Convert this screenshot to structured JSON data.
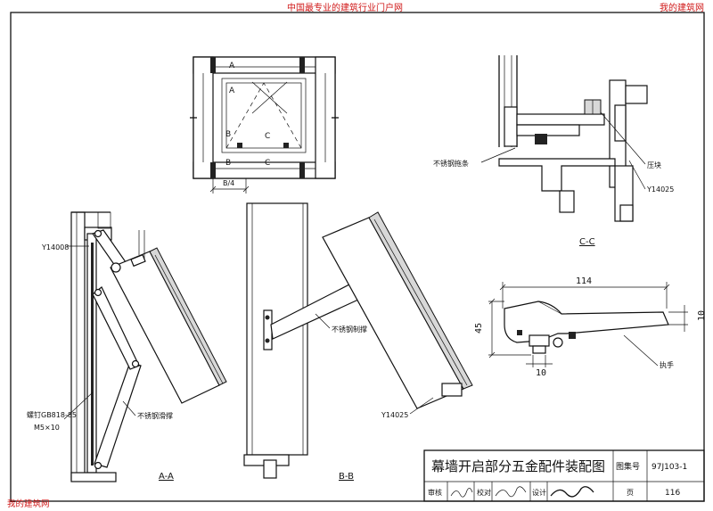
{
  "header": {
    "center_text": "中国最专业的建筑行业门户网",
    "right_text": "我的建筑网"
  },
  "footer": {
    "left_text": "我的建筑网"
  },
  "elevation": {
    "marks": {
      "a_top": "A",
      "a_mid": "A",
      "b_mid": "B",
      "b_bot": "B",
      "c_mid": "C",
      "c_bot": "C"
    },
    "dimension": "B/4"
  },
  "section_aa": {
    "profile_label": "Y14008",
    "screw_label": "螺钉GB818-85",
    "screw_size": "M5×10",
    "stay_label": "不锈钢滑撑",
    "section_title": "A-A"
  },
  "section_bb": {
    "arm_label": "不锈钢制撑",
    "profile_label": "Y14025",
    "section_title": "B-B"
  },
  "section_cc": {
    "strip_label": "不锈钢拖条",
    "block_label": "压块",
    "profile_label": "Y14025",
    "section_title": "C-C"
  },
  "handle_detail": {
    "dim_length": "114",
    "dim_height": "45",
    "dim_tip": "10",
    "dim_base": "10",
    "label": "执手"
  },
  "title_block": {
    "title": "幕墙开启部分五金配件装配图",
    "atlas_label": "图集号",
    "atlas_no": "97J103-1",
    "review_label": "审核",
    "check_label": "校对",
    "design_label": "设计",
    "page_label": "页",
    "page_no": "116"
  }
}
